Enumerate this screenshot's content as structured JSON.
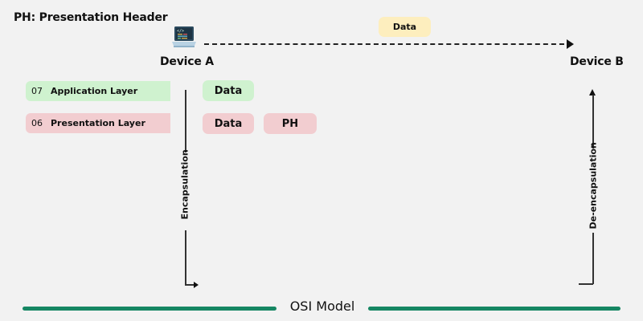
{
  "legend": {
    "title": "PH: Presentation Header"
  },
  "devices": {
    "a": {
      "label": "Device A",
      "icon": "laptop-code-icon"
    },
    "b": {
      "label": "Device B"
    }
  },
  "transfer": {
    "label": "Data",
    "style": "dashed-arrow"
  },
  "layers": [
    {
      "number": "07",
      "name": "Application Layer",
      "color": "#cff2cf",
      "chips": [
        "Data"
      ]
    },
    {
      "number": "06",
      "name": "Presentation Layer",
      "color": "#f2cdd0",
      "chips": [
        "Data",
        "PH"
      ]
    }
  ],
  "process": {
    "encapsulation": "Encapsulation",
    "decapsulation": "De-encapsulation"
  },
  "footer": {
    "label": "OSI Model",
    "accent": "#168763"
  },
  "colors": {
    "data_chip": "#fdeebe",
    "application": "#cff2cf",
    "presentation": "#f2cdd0"
  }
}
